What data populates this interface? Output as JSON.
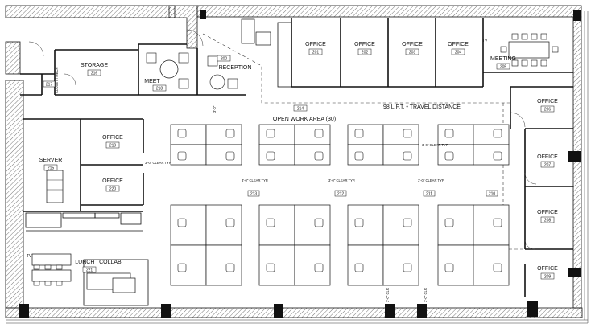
{
  "rooms": [
    {
      "key": "storage",
      "name": "STORAGE",
      "number": "216"
    },
    {
      "key": "meet",
      "name": "MEET",
      "number": "218"
    },
    {
      "key": "reception",
      "name": "RECEPTION",
      "number": "200"
    },
    {
      "key": "office201",
      "name": "OFFICE",
      "number": "201"
    },
    {
      "key": "office202",
      "name": "OFFICE",
      "number": "202"
    },
    {
      "key": "office203",
      "name": "OFFICE",
      "number": "203"
    },
    {
      "key": "office204",
      "name": "OFFICE",
      "number": "204"
    },
    {
      "key": "meeting",
      "name": "MEETING",
      "number": "205"
    },
    {
      "key": "office206",
      "name": "OFFICE",
      "number": "206"
    },
    {
      "key": "office207",
      "name": "OFFICE",
      "number": "207"
    },
    {
      "key": "office208",
      "name": "OFFICE",
      "number": "208"
    },
    {
      "key": "office209",
      "name": "OFFICE",
      "number": "209"
    },
    {
      "key": "office_left1",
      "name": "OFFICE",
      "number": "219"
    },
    {
      "key": "office_left2",
      "name": "OFFICE",
      "number": "220"
    },
    {
      "key": "server",
      "name": "SERVER",
      "number": "215"
    },
    {
      "key": "lunch",
      "name": "LUNCH | COLLAB",
      "number": "221"
    }
  ],
  "work_area": {
    "name": "OPEN WORK AREA (30)",
    "number": "214"
  },
  "travel": "98 L.F.T. • TRAVEL DISTANCE",
  "tv_labels": [
    "TV",
    "TV"
  ],
  "zone_numbers": [
    "213",
    "212",
    "211",
    "210",
    "217"
  ],
  "clear_labels": [
    "3'-0\" CLEAR TYP.",
    "3'-0\" CLEAR TYP.",
    "3'-0\" CLEAR TYP.",
    "3'-0\" CLEAR TYP.",
    "3'-0\" CLEAR TYP."
  ],
  "vertical_clear": [
    "3'-0\"",
    "3'-0\" CLR",
    "3'-0\" CLR"
  ],
  "left_stack_text": "CLOSET / MECH",
  "colors": {
    "ink": "#111111",
    "hatch": "#555555",
    "paper": "#ffffff"
  }
}
